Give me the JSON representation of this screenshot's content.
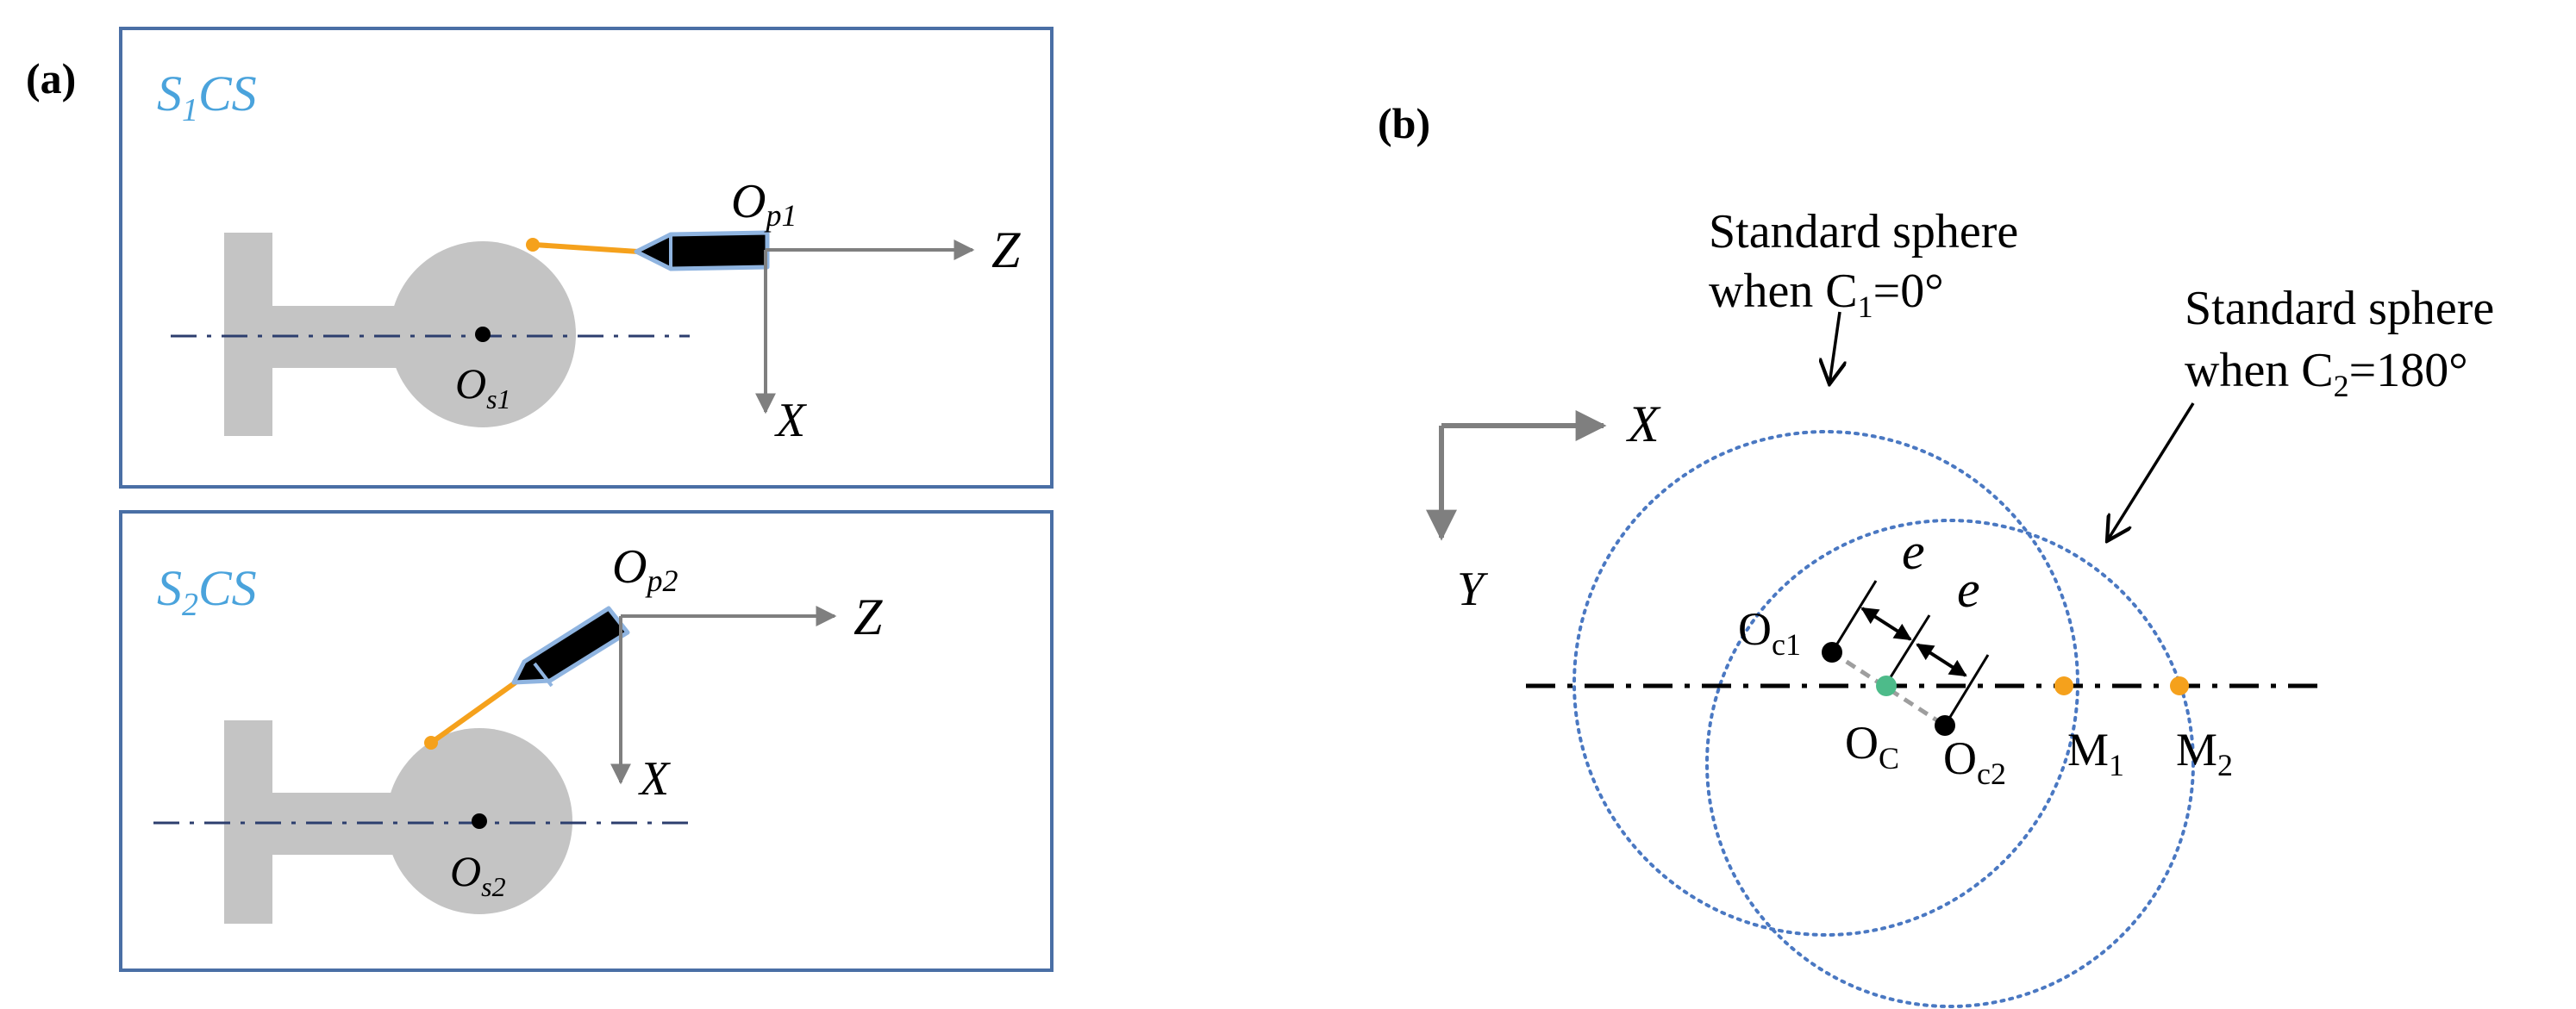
{
  "panel_a": {
    "label": "(a)",
    "top": {
      "frame_title_main": "S",
      "frame_title_sub": "1",
      "frame_title_tail": "CS",
      "probe_origin_main": "O",
      "probe_origin_sub": "p1",
      "axis_z": "Z",
      "axis_x": "X",
      "sphere_center_main": "O",
      "sphere_center_sub": "s1"
    },
    "bottom": {
      "frame_title_main": "S",
      "frame_title_sub": "2",
      "frame_title_tail": "CS",
      "probe_origin_main": "O",
      "probe_origin_sub": "p2",
      "axis_z": "Z",
      "axis_x": "X",
      "sphere_center_main": "O",
      "sphere_center_sub": "s2"
    }
  },
  "panel_b": {
    "label": "(b)",
    "axis_x": "X",
    "axis_y": "Y",
    "sphere1_line1": "Standard sphere",
    "sphere1_line2_pre": "when C",
    "sphere1_line2_sub": "1",
    "sphere1_line2_post": "=0°",
    "sphere2_line1": "Standard sphere",
    "sphere2_line2_pre": "when  C",
    "sphere2_line2_sub": "2",
    "sphere2_line2_post": "=180°",
    "offset_label_1": "e",
    "offset_label_2": "e",
    "center1_main": "O",
    "center1_sub": "c1",
    "center_main": "O",
    "center_sub": "C",
    "center2_main": "O",
    "center2_sub": "c2",
    "m1_main": "M",
    "m1_sub": "1",
    "m2_main": "M",
    "m2_sub": "2"
  },
  "colors": {
    "frame": "#4a6fa5",
    "frame_title": "#4aa3dc",
    "part_gray": "#c4c4c4",
    "axis_gray": "#7f7f7f",
    "stylus_orange": "#f5a11c",
    "probe_body": "#000000",
    "probe_outline": "#8fb4e0",
    "dashdot_navy": "#2c3e6e",
    "circle_blue": "#4a78c2",
    "center_green": "#4dbb8a",
    "point_orange": "#f5a11c"
  }
}
